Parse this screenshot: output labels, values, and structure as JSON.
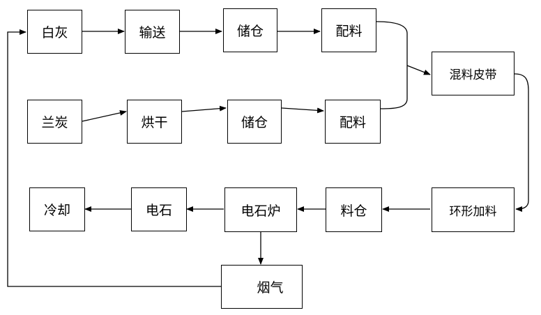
{
  "diagram": {
    "nodes": {
      "baihui": "白灰",
      "shusong": "输送",
      "chucang1": "储仓",
      "peiliao1": "配料",
      "hunliao": "混料皮带",
      "lantan": "兰炭",
      "honggan": "烘干",
      "chucang2": "储仓",
      "peiliao2": "配料",
      "huanxing": "环形加料",
      "liaocang": "料仓",
      "dianshilu": "电石炉",
      "dianshi": "电石",
      "lengque": "冷却",
      "yanqi": "烟气"
    }
  }
}
